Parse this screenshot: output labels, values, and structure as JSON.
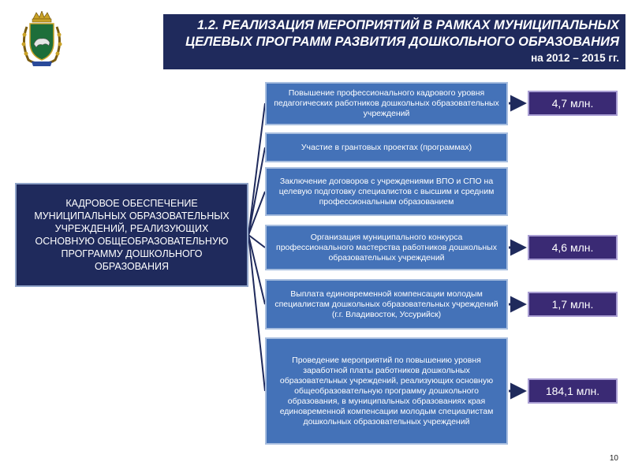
{
  "header": {
    "line1": "1.2. РЕАЛИЗАЦИЯ МЕРОПРИЯТИЙ В РАМКАХ МУНИЦИПАЛЬНЫХ",
    "line2": "ЦЕЛЕВЫХ ПРОГРАММ РАЗВИТИЯ ДОШКОЛЬНОГО ОБРАЗОВАНИЯ",
    "period": "на 2012 – 2015 гг."
  },
  "main": {
    "label": "КАДРОВОЕ ОБЕСПЕЧЕНИЕ МУНИЦИПАЛЬНЫХ ОБРАЗОВАТЕЛЬНЫХ УЧРЕЖДЕНИЙ, РЕАЛИЗУЮЩИХ ОСНОВНУЮ ОБЩЕОБРАЗОВАТЕЛЬНУЮ ПРОГРАММУ ДОШКОЛЬНОГО ОБРАЗОВАНИЯ"
  },
  "items": [
    {
      "text": "Повышение профессионального кадрового уровня педагогических работников дошкольных образовательных учреждений",
      "amount": "4,7 млн."
    },
    {
      "text": "Участие в грантовых проектах (программах)",
      "amount": ""
    },
    {
      "text": "Заключение договоров с учреждениями ВПО и СПО на целевую подготовку специалистов с высшим и средним профессиональным образованием",
      "amount": ""
    },
    {
      "text": "Организация муниципального конкурса профессионального мастерства работников дошкольных образовательных учреждений",
      "amount": "4,6 млн."
    },
    {
      "text": "Выплата единовременной компенсации молодым специалистам дошкольных образовательных учреждений (г.г. Владивосток, Уссурийск)",
      "amount": "1,7 млн."
    },
    {
      "text": "Проведение мероприятий по повышению уровня заработной платы работников дошкольных образовательных учреждений, реализующих основную общеобразовательную программу дошкольного образования, в муниципальных образованиях края единовременной компенсации молодым специалистам дошкольных образовательных учреждений",
      "amount": "184,1 млн."
    }
  ],
  "page_number": "10",
  "colors": {
    "header_bg": "#1f2a5c",
    "main_box_bg": "#1f2a5c",
    "item_bg": "#4472b8",
    "amount_bg": "#3a2a74",
    "connector": "#1f2a5c",
    "emblem_shield": "#1d6e3a"
  },
  "icons": {
    "emblem": "coat-of-arms-emblem"
  }
}
